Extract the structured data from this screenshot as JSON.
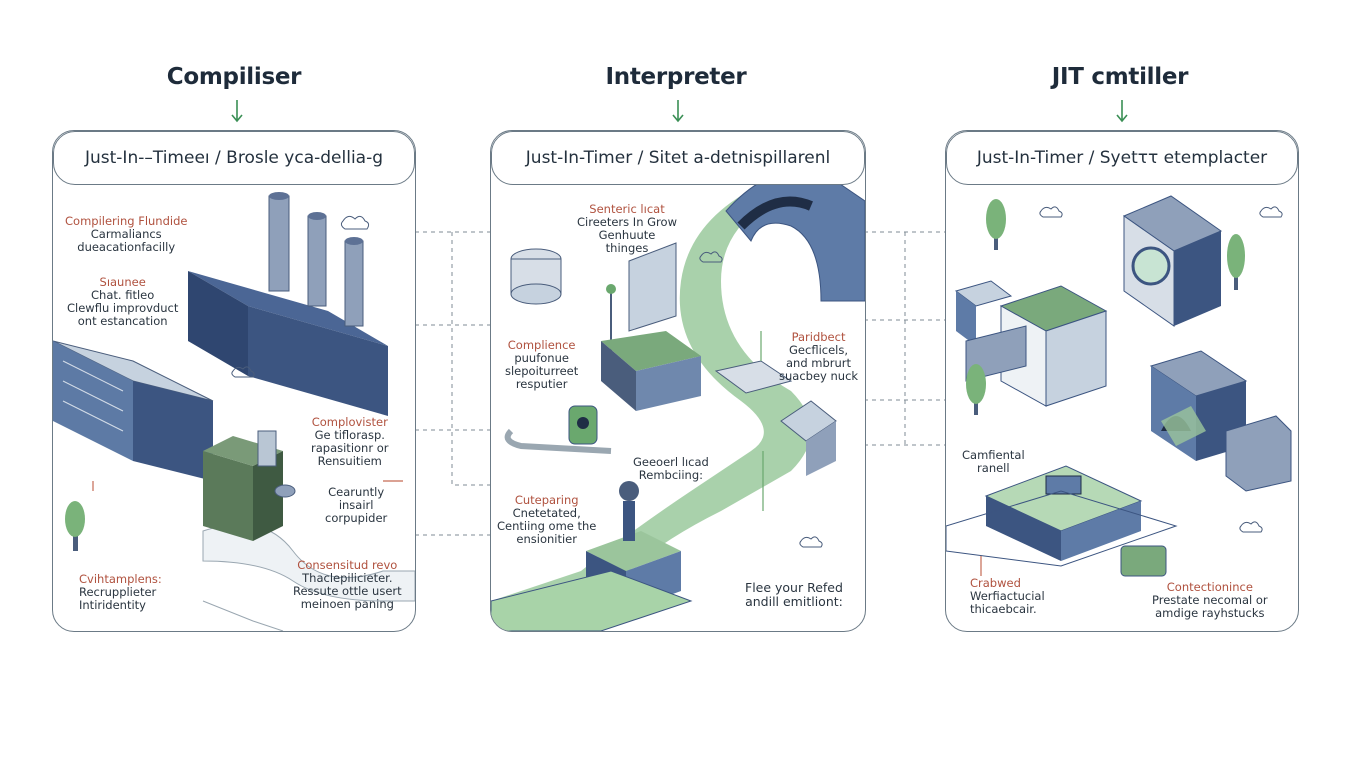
{
  "columns": [
    {
      "title": "Compiliser",
      "header": "Just-In-–Timeeı  /  Brosle yca-dellia-g",
      "labels": [
        {
          "red": "Compilering Flundide",
          "dark": [
            "Carmaliancs",
            "dueacationfacilly"
          ]
        },
        {
          "red": "Sıaunee",
          "dark": [
            "Chat. fitleo",
            "Clewflu improvduct",
            "ont estancation"
          ]
        },
        {
          "red": "Complovister",
          "dark": [
            "Ge tiflorasp.",
            "rapasitionr or",
            "Rensuitiem"
          ]
        },
        {
          "red": "",
          "dark": [
            "Cearuntly",
            "insairl",
            "corpupider"
          ]
        },
        {
          "red": "Consensitud revo",
          "dark": [
            "Thaclepilicieter.",
            "Ressute ottle usert",
            "meinoen paning"
          ]
        },
        {
          "red": "Cvihtamplens:",
          "dark": [
            "Recrupplieter",
            "Intiridentity"
          ]
        }
      ]
    },
    {
      "title": "Interpreter",
      "header": "Just-In-Timer  /  Sitet a-detnispillarenl",
      "labels": [
        {
          "red": "Senteric lıcat",
          "dark": [
            "Cireeters In Grow",
            "Genhuute",
            "thinges"
          ]
        },
        {
          "red": "Complience",
          "dark": [
            "puufonue",
            "slepoiturreet",
            "resputier"
          ]
        },
        {
          "red": "Paridbect",
          "dark": [
            "Gecflicels,",
            "and mbrurt",
            "suacbey nuck"
          ]
        },
        {
          "red": "",
          "dark": [
            "Geeoerl lıcad",
            "Rembciing:"
          ]
        },
        {
          "red": "Cuteparing",
          "dark": [
            "Cnetetated,",
            "Centiing ome the",
            "ensionitier"
          ]
        },
        {
          "red": "",
          "dark": [
            "Flee your Refed",
            "andill emitliont:"
          ]
        }
      ]
    },
    {
      "title": "JIT cmtiller",
      "header": "Just-In-Timer  /  Syetττ etemplacter",
      "labels": [
        {
          "red": "",
          "dark": [
            "Camfiental",
            "ranell"
          ]
        },
        {
          "red": "Crabwed",
          "dark": [
            "Werfiactucial",
            "thicaebcair."
          ]
        },
        {
          "red": "Contectionince",
          "dark": [
            "Prestate necomal or",
            "amdige rayhstucks"
          ]
        }
      ]
    }
  ]
}
